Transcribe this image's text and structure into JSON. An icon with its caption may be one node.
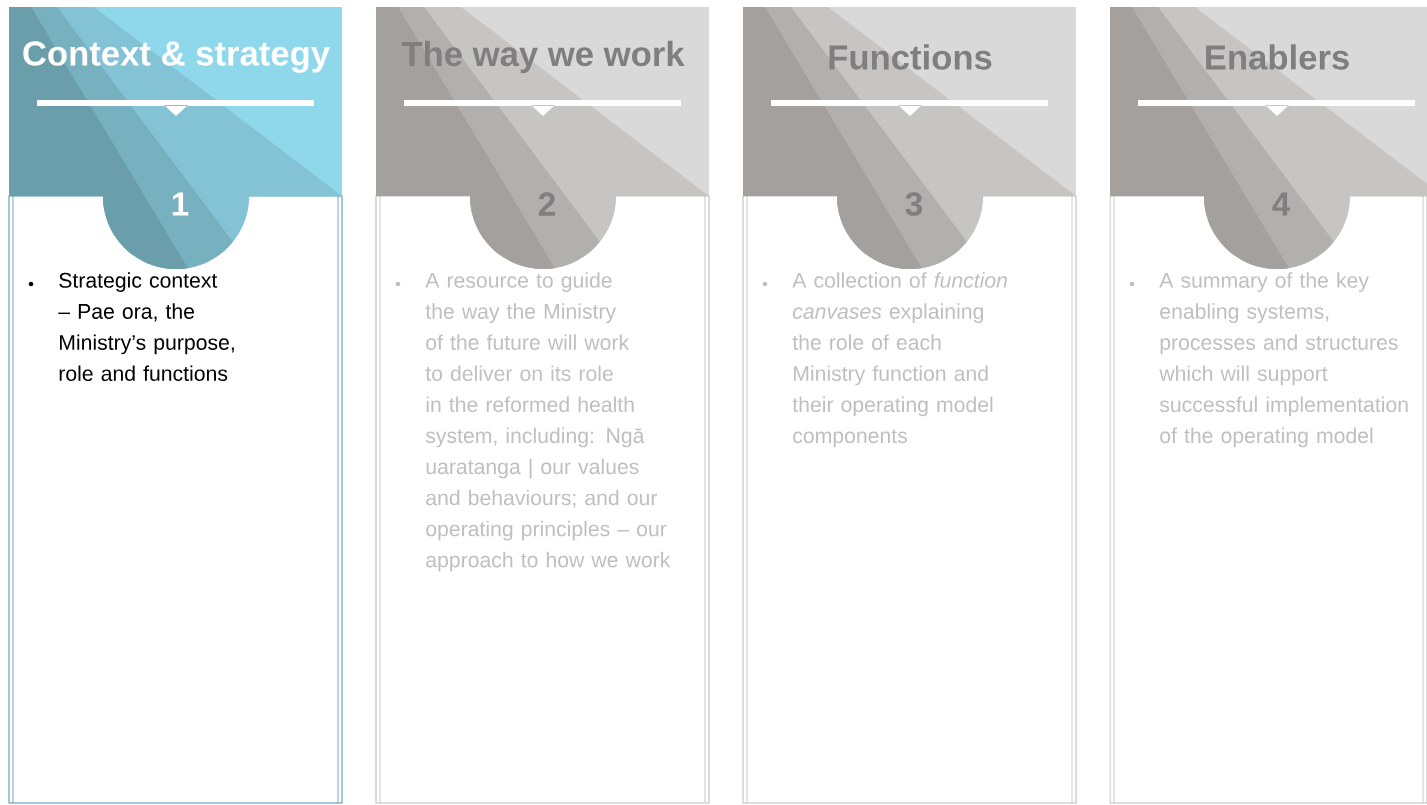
{
  "diagram": {
    "nodes": [
      {
        "text": [
          "Context & strategy"
        ]
      },
      {
        "text": [
          "1"
        ],
        "in": 0
      },
      {
        "text": [
          "Strategic context – Pae ora, the Ministry’s purpose, role and functions"
        ]
      },
      {
        "text": [
          "The way we work"
        ]
      },
      {
        "text": [
          "2"
        ],
        "in": 3
      },
      {
        "text": [
          "A resource to guide the way the Ministry of the future will work to deliver on its role in the reformed health system, including: Ngā uaratanga | our values and behaviours; and our operating principles – our approach to how we work"
        ]
      },
      {
        "text": [
          "Functions"
        ]
      },
      {
        "text": [
          "3"
        ],
        "in": 6
      },
      {
        "text": [
          "A collection of *function canvases* explaining the role of each Ministry function and their operating model components"
        ]
      },
      {
        "text": [
          "Enablers"
        ]
      },
      {
        "text": [
          "4"
        ],
        "in": 9
      },
      {
        "text": [
          "A summary of the key enabling systems, processes and structures which will support successful implementation of the operating model"
        ]
      }
    ]
  }
}
